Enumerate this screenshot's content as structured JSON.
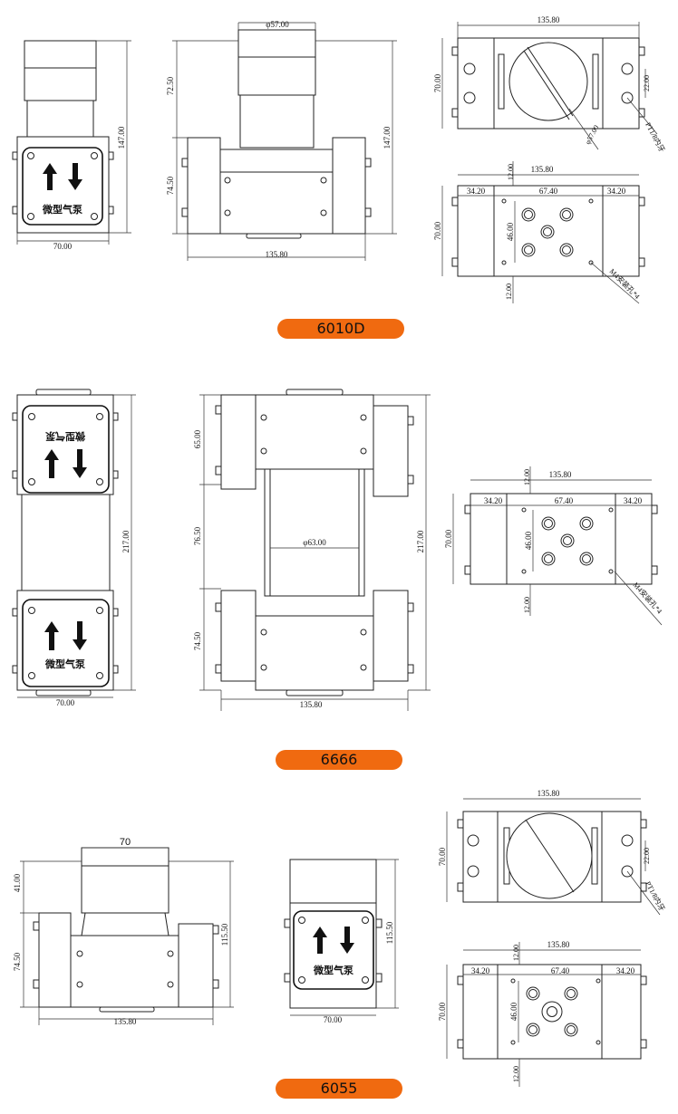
{
  "models": [
    {
      "id": "6010D",
      "label": "6010D"
    },
    {
      "id": "6666",
      "label": "6666"
    },
    {
      "id": "6055",
      "label": "6055"
    }
  ],
  "labels": {
    "pump_name": "微型气泵",
    "thread": "PT1/8内牙",
    "mount_hole": "M4安装孔*4"
  },
  "dims": {
    "d57": "φ57.00",
    "d63": "φ63.00",
    "w70": "70.00",
    "w135": "135.80",
    "w67": "67.40",
    "w34": "34.20",
    "h147": "147.00",
    "h217": "217.00",
    "h72": "72.50",
    "h74": "74.50",
    "h65": "65.00",
    "h76": "76.50",
    "h46": "46.00",
    "h12": "12.00",
    "h22": "22.00",
    "h41": "41.00",
    "h115": "115.50",
    "w70i": "70"
  },
  "colors": {
    "accent": "#f06a10",
    "line": "#222222"
  }
}
